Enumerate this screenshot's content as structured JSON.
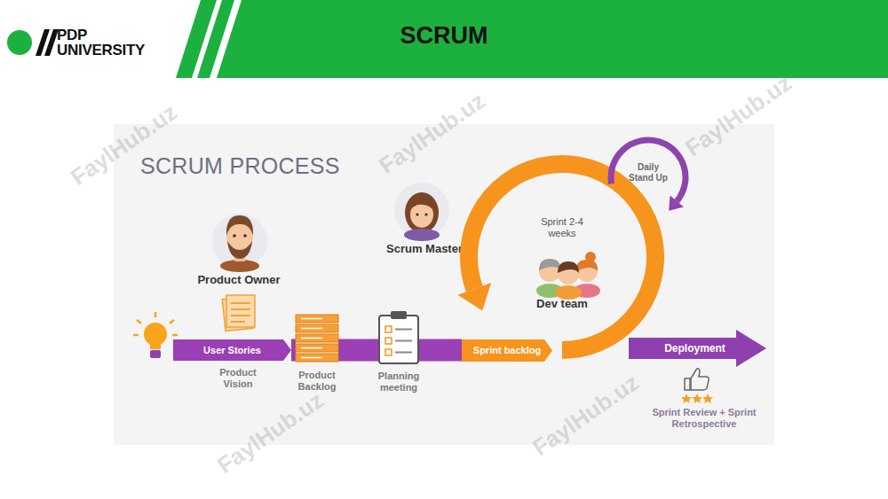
{
  "diagram": {
    "title": "SCRUM",
    "nodes": [
      {
        "text": [
          "User Stories"
        ]
      },
      {
        "text": [
          "Product Backlog"
        ]
      },
      {
        "text": [
          "Planning meeting"
        ]
      },
      {
        "text": [
          "Sprint backlog"
        ]
      },
      {
        "text": [
          "Sprint 2-4 weeks",
          "Dev team"
        ]
      },
      {
        "text": [
          "Daily Stand Up"
        ]
      },
      {
        "text": [
          "Deployment"
        ]
      }
    ],
    "edges": [
      {
        "from": 0,
        "to": 1,
        "arrow": "none"
      },
      {
        "from": 1,
        "to": 2,
        "arrow": "none"
      },
      {
        "from": 2,
        "to": 3,
        "arrow": "none"
      }
    ],
    "labels": [
      "PDP",
      "UNIVERSITY",
      "SCRUM PROCESS",
      "Product Owner",
      "Scrum Master",
      "Product Vision",
      "Sprint Review + Sprint Retrospective",
      "FaylHub.uz",
      "FaylHub.uz",
      "FaylHub.uz",
      "FaylHub.uz",
      "FaylHub.uz"
    ]
  }
}
